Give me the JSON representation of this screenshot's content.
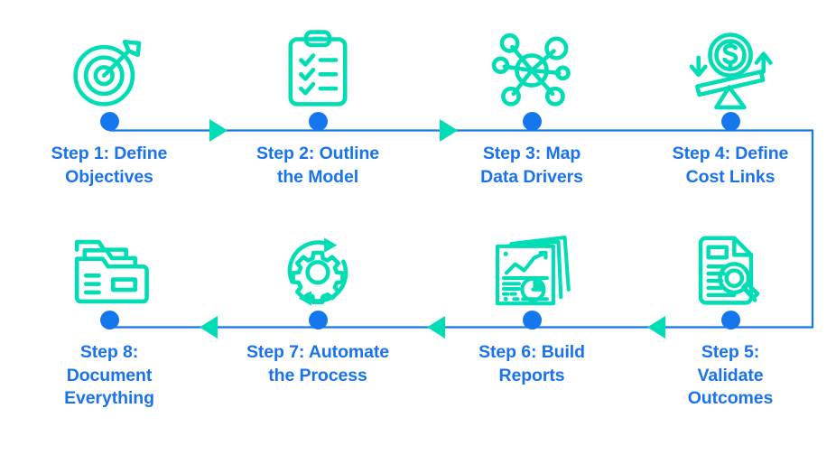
{
  "diagram": {
    "type": "process-flow",
    "title_present": false,
    "colors": {
      "accent_teal": "#00ddb4",
      "accent_blue": "#1577ee",
      "text_blue": "#1a73ee",
      "background": "#ffffff"
    },
    "layout": {
      "rows": 2,
      "columns": 4,
      "top_row_direction": "left-to-right",
      "bottom_row_direction": "right-to-left",
      "wrap_connector": "right-side vertical link from step 4 down to step 5"
    },
    "steps": [
      {
        "number": 1,
        "icon": "target-arrow-icon",
        "line1": "Step 1: Define",
        "line2": "Objectives",
        "line3": "",
        "row": "top"
      },
      {
        "number": 2,
        "icon": "clipboard-checklist-icon",
        "line1": "Step 2: Outline",
        "line2": "the Model",
        "line3": "",
        "row": "top"
      },
      {
        "number": 3,
        "icon": "network-nodes-icon",
        "line1": "Step 3: Map",
        "line2": "Data Drivers",
        "line3": "",
        "row": "top"
      },
      {
        "number": 4,
        "icon": "balance-scale-dollar-icon",
        "line1": "Step 4: Define",
        "line2": "Cost Links",
        "line3": "",
        "row": "top"
      },
      {
        "number": 5,
        "icon": "document-magnifier-icon",
        "line1": "Step 5:",
        "line2": "Validate",
        "line3": "Outcomes",
        "row": "bottom"
      },
      {
        "number": 6,
        "icon": "report-charts-icon",
        "line1": "Step 6: Build",
        "line2": "Reports",
        "line3": "",
        "row": "bottom"
      },
      {
        "number": 7,
        "icon": "gear-refresh-icon",
        "line1": "Step 7: Automate",
        "line2": "the Process",
        "line3": "",
        "row": "bottom"
      },
      {
        "number": 8,
        "icon": "folder-archive-icon",
        "line1": "Step 8:",
        "line2": "Document",
        "line3": "Everything",
        "row": "bottom"
      }
    ],
    "arrows": [
      {
        "between": "1-2",
        "direction": "right"
      },
      {
        "between": "2-3",
        "direction": "right"
      },
      {
        "between": "5-6",
        "direction": "left"
      },
      {
        "between": "6-7",
        "direction": "left"
      },
      {
        "between": "7-8",
        "direction": "left"
      }
    ]
  }
}
